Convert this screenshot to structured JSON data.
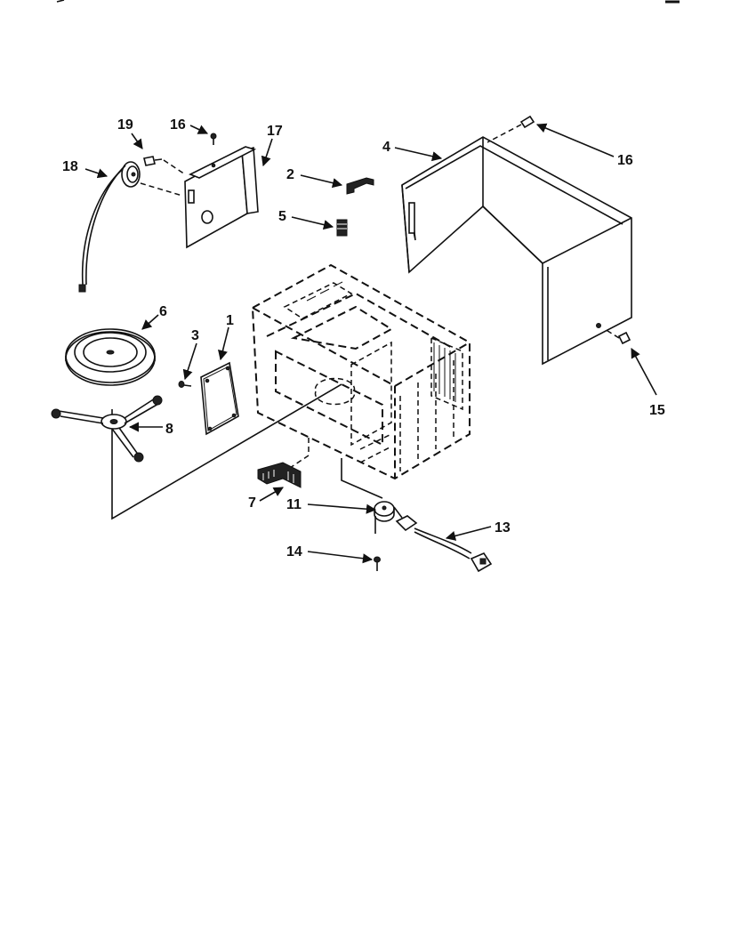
{
  "labels": {
    "p1": "1",
    "p2": "2",
    "p3": "3",
    "p4": "4",
    "p5": "5",
    "p6": "6",
    "p7": "7",
    "p8": "8",
    "p11": "11",
    "p13": "13",
    "p14": "14",
    "p15": "15",
    "p16a": "16",
    "p16b": "16",
    "p17": "17",
    "p18": "18",
    "p19": "19"
  }
}
